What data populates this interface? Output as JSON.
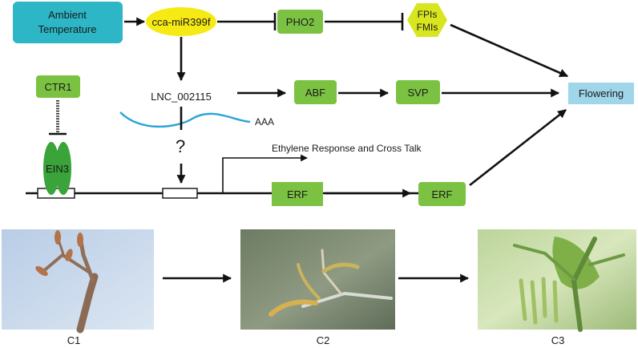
{
  "nodes": {
    "ambient_temperature": {
      "line1": "Ambient",
      "line2": "Temperature"
    },
    "mirna": "cca-miR399f",
    "pho2": "PHO2",
    "fpis": {
      "line1": "FPIs",
      "line2": "FMIs"
    },
    "flowering": "Flowering",
    "ctr1": "CTR1",
    "lnc": "LNC_002115",
    "polya": "AAA",
    "abf": "ABF",
    "svp": "SVP",
    "question": "?",
    "ein3": "EIN3",
    "ethylene": "Ethylene Response and Cross Talk",
    "erf1": "ERF",
    "erf2": "ERF"
  },
  "photos": [
    {
      "label": "C1"
    },
    {
      "label": "C2"
    },
    {
      "label": "C3"
    }
  ],
  "colors": {
    "cyan_box": "#2db6c6",
    "yellow": "#f5ea14",
    "green": "#7cc242",
    "dark_green": "#3aa33a",
    "light_blue": "#9fd6ea",
    "rna_line": "#2aa3d8",
    "arrow": "#111111"
  }
}
